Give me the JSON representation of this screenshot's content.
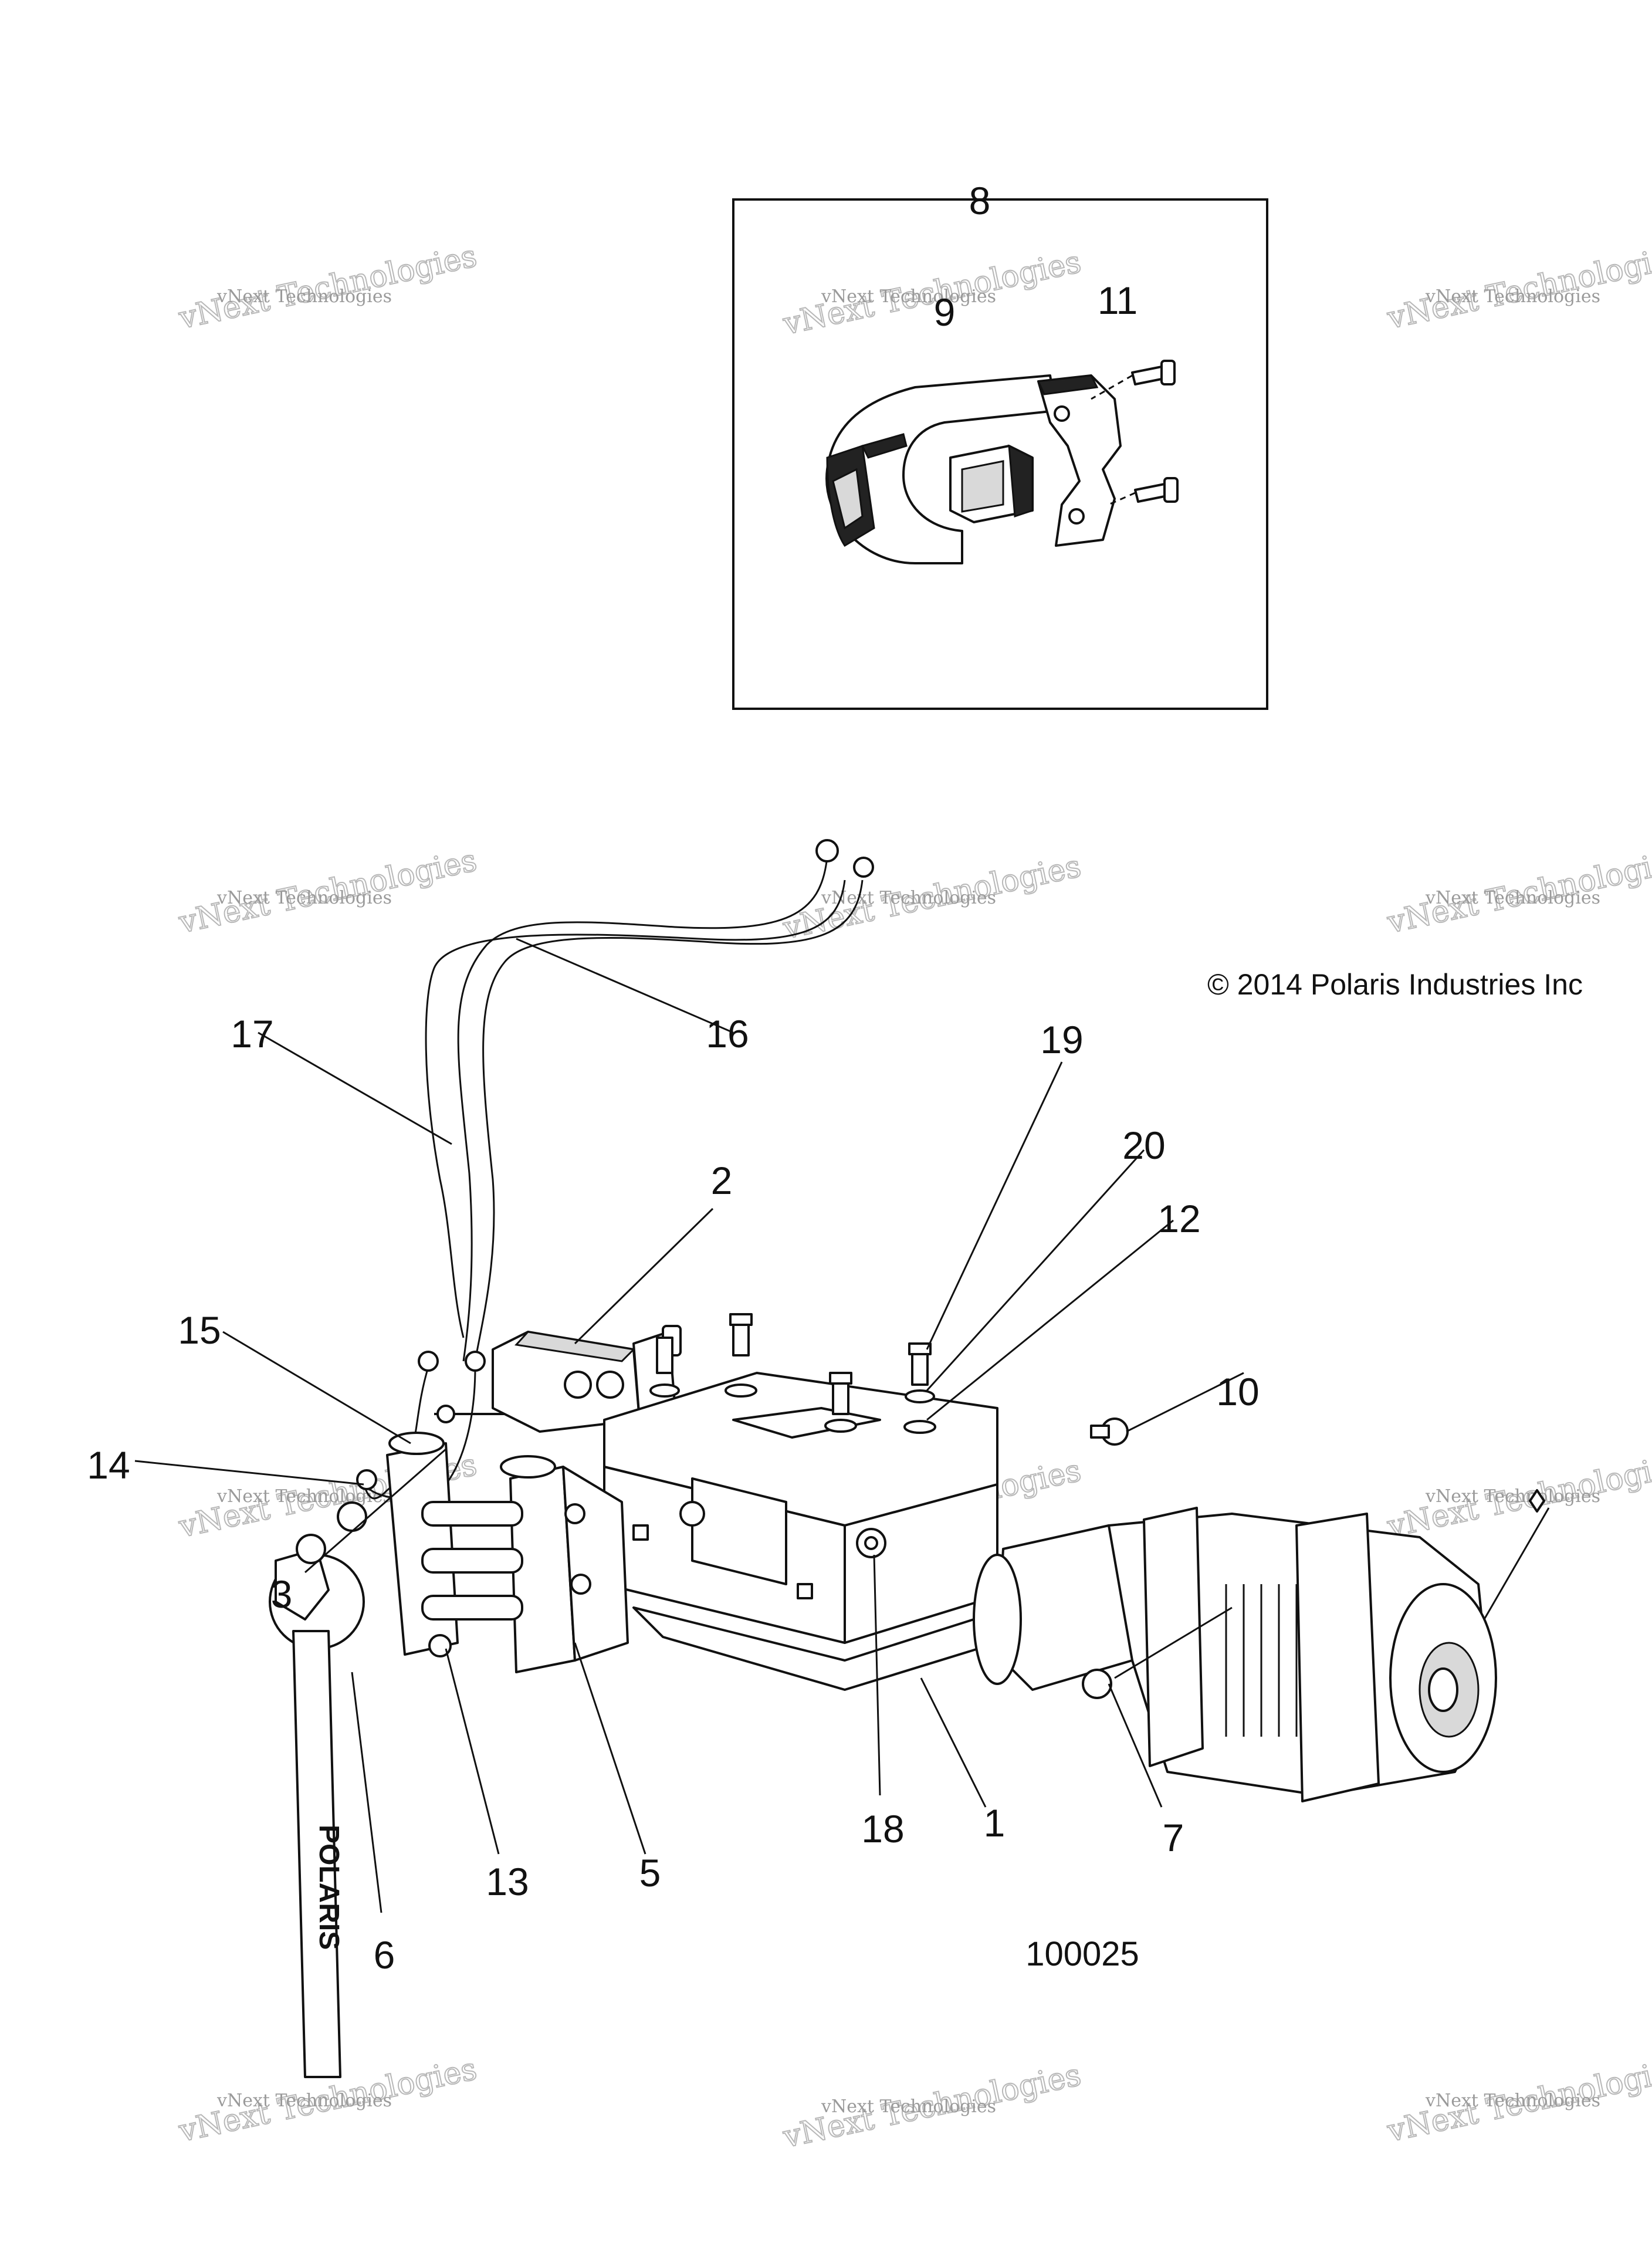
{
  "copyright": "© 2014 Polaris Industries Inc",
  "figure_number": "100025",
  "watermark": {
    "line1": "vNext Technologies",
    "line2": "vNext Technologies"
  },
  "callouts": [
    "1",
    "2",
    "3",
    "5",
    "6",
    "7",
    "8",
    "9",
    "10",
    "11",
    "12",
    "13",
    "14",
    "15",
    "16",
    "17",
    "18",
    "19",
    "20"
  ],
  "strap_logo": "POLARIS"
}
